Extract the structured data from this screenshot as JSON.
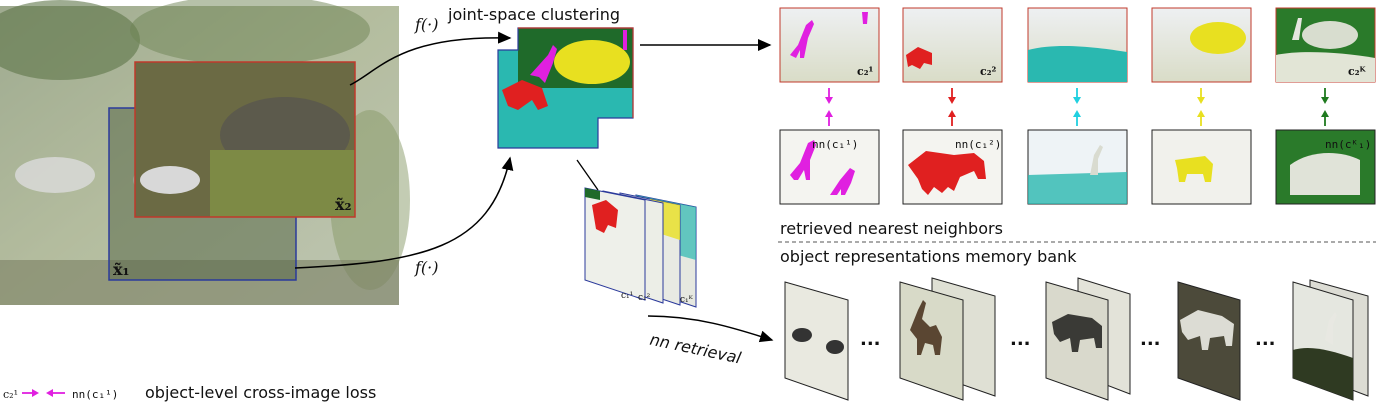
{
  "colors": {
    "view1_border": "#2b3a9b",
    "view2_border": "#c0392b",
    "magenta": "#e020e0",
    "red": "#e02020",
    "cyan": "#20d0e0",
    "yellow": "#e8e020",
    "green": "#1f7a1f"
  },
  "labels": {
    "f_top": "f(·)",
    "f_bottom": "f(·)",
    "x1": "x̃₁",
    "x2": "x̃₂",
    "joint_space_clustering": "joint-space clustering",
    "retrieved_nearest_neighbors": "retrieved nearest neighbors",
    "memory_bank": "object representations memory bank",
    "nn_retrieval": "nn retrieval",
    "loss_legend": "object-level cross-image loss",
    "loss_legend_left": "c₂¹",
    "loss_legend_right": "nn(c₁¹)",
    "ellipsis": "..."
  },
  "clusters": [
    {
      "top_label": "c₂¹",
      "nn_label": "nn(c₁¹)",
      "color": "#e020e0"
    },
    {
      "top_label": "c₂²",
      "nn_label": "nn(c₁²)",
      "color": "#e02020"
    },
    {
      "top_label": "",
      "nn_label": "",
      "color": "#20d0e0"
    },
    {
      "top_label": "",
      "nn_label": "",
      "color": "#e8e020"
    },
    {
      "top_label": "c₂ᴷ",
      "nn_label": "nn(cᴷ₁)",
      "color": "#1f7a1f"
    }
  ],
  "stack_labels": [
    "c₁¹",
    "c₁²",
    "c₁ᴷ"
  ]
}
